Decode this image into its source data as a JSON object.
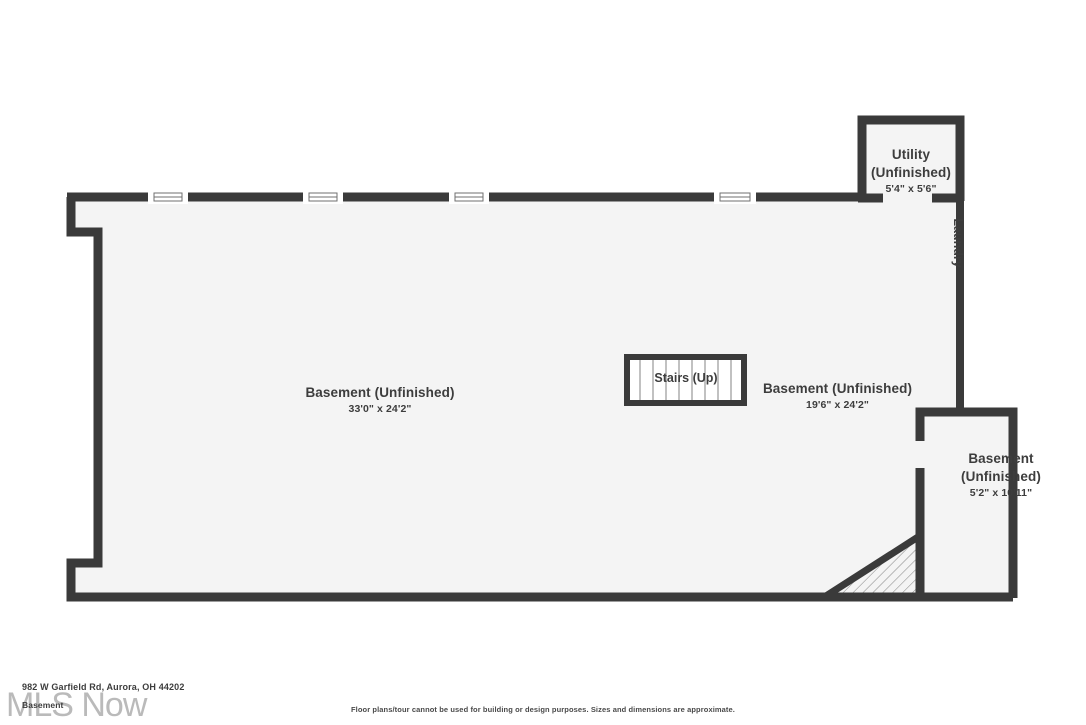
{
  "document": {
    "type": "floor-plan",
    "level_label": "Basement",
    "address": "982 W Garfield Rd, Aurora, OH 44202",
    "disclaimer": "Floor plans/tour cannot be used for building or design purposes. Sizes and dimensions are approximate.",
    "watermark": "MLS Now"
  },
  "colors": {
    "wall": "#3a3a3a",
    "room_fill": "#f4f4f4",
    "page_background": "#ffffff",
    "text": "#3d3d3d",
    "window_fill": "#ffffff",
    "hatch": "#8c8c8c"
  },
  "rooms": [
    {
      "id": "basement-main",
      "name": "Basement (Unfinished)",
      "dimensions": "33'0\" x 24'2\""
    },
    {
      "id": "basement-right",
      "name": "Basement (Unfinished)",
      "dimensions": "19'6\" x 24'2\""
    },
    {
      "id": "utility",
      "name_line1": "Utility",
      "name_line2": "(Unfinished)",
      "dimensions": "5'4\" x 5'6\""
    },
    {
      "id": "basement-small",
      "name_line1": "Basement",
      "name_line2": "(Unfinished)",
      "dimensions": "5'2\" x 10'11\""
    }
  ],
  "features": {
    "stairs_label": "Stairs (Up)",
    "laundry_label": "Laundry",
    "window_count": 4,
    "hatched_area": "sloped-crawl-corner"
  }
}
